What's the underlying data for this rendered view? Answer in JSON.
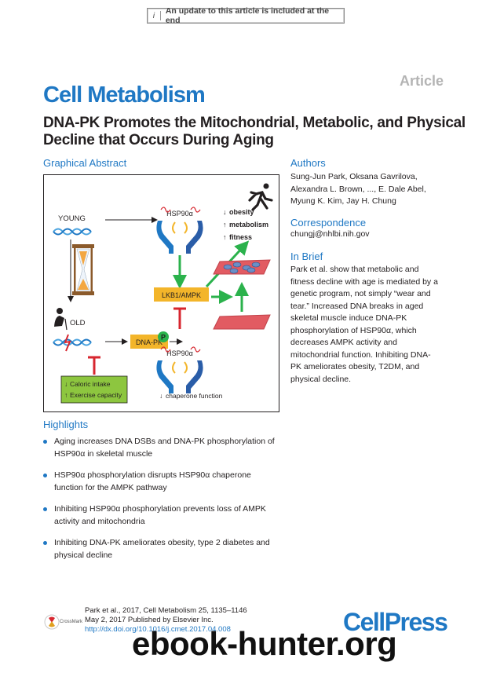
{
  "banner": {
    "icon": "i",
    "text": "An update to this article is included at the end"
  },
  "article_label": "Article",
  "journal": "Cell Metabolism",
  "title": "DNA-PK Promotes the Mitochondrial, Metabolic, and Physical Decline that Occurs During Aging",
  "graphical_abstract": {
    "heading": "Graphical Abstract",
    "young": "YOUNG",
    "old": "OLD",
    "hsp_top": "HSP90α",
    "hsp_bottom": "HSP90α",
    "lkb": "LKB1/AMPK",
    "dnapk": "DNA-PK",
    "p": "P",
    "obesity": "obesity",
    "metabolism": "metabolism",
    "fitness": "fitness",
    "caloric": "Caloric intake",
    "exercise": "Exercise capacity",
    "chaperone": "chaperone function",
    "down": "↓",
    "up": "↑"
  },
  "authors": {
    "heading": "Authors",
    "line1": "Sung-Jun Park, Oksana Gavrilova,",
    "line2": "Alexandra L. Brown, ..., E. Dale Abel,",
    "line3": "Myung K. Kim, Jay H. Chung"
  },
  "correspondence": {
    "heading": "Correspondence",
    "email": "chungj@nhlbi.nih.gov"
  },
  "in_brief": {
    "heading": "In Brief",
    "lines": [
      "Park et al. show that metabolic and",
      "fitness decline with age is mediated by a",
      "genetic program, not simply “wear and",
      "tear.” Increased DNA breaks in aged",
      "skeletal muscle induce DNA-PK",
      "phosphorylation of HSP90α, which",
      "decreases AMPK activity and",
      "mitochondrial function. Inhibiting DNA-",
      "PK ameliorates obesity, T2DM, and",
      "physical decline."
    ]
  },
  "highlights": {
    "heading": "Highlights",
    "items": [
      {
        "l1": "Aging increases DNA DSBs and DNA-PK phosphorylation of",
        "l2": "HSP90α in skeletal muscle"
      },
      {
        "l1": "HSP90α phosphorylation disrupts HSP90α chaperone",
        "l2": "function for the AMPK pathway"
      },
      {
        "l1": "Inhibiting HSP90α phosphorylation prevents loss of AMPK",
        "l2": "activity and mitochondria"
      },
      {
        "l1": "Inhibiting DNA-PK ameliorates obesity, type 2 diabetes and",
        "l2": "physical decline"
      }
    ]
  },
  "footer": {
    "crossmark": "CrossMark",
    "line1": "Park et al., 2017, Cell Metabolism 25, 1135–1146",
    "line2": "May 2, 2017 Published by Elsevier Inc.",
    "line3": "http://dx.doi.org/10.1016/j.cmet.2017.04.008"
  },
  "cellpress": "CellPress",
  "watermark": "ebook-hunter.org",
  "colors": {
    "brand_blue": "#1f78c4",
    "arrow_green": "#2bb24c",
    "inhibit_red": "#d7262f",
    "box_yellow": "#f3b52a",
    "box_green": "#8dc63f",
    "muscle_red": "#e25b62"
  }
}
